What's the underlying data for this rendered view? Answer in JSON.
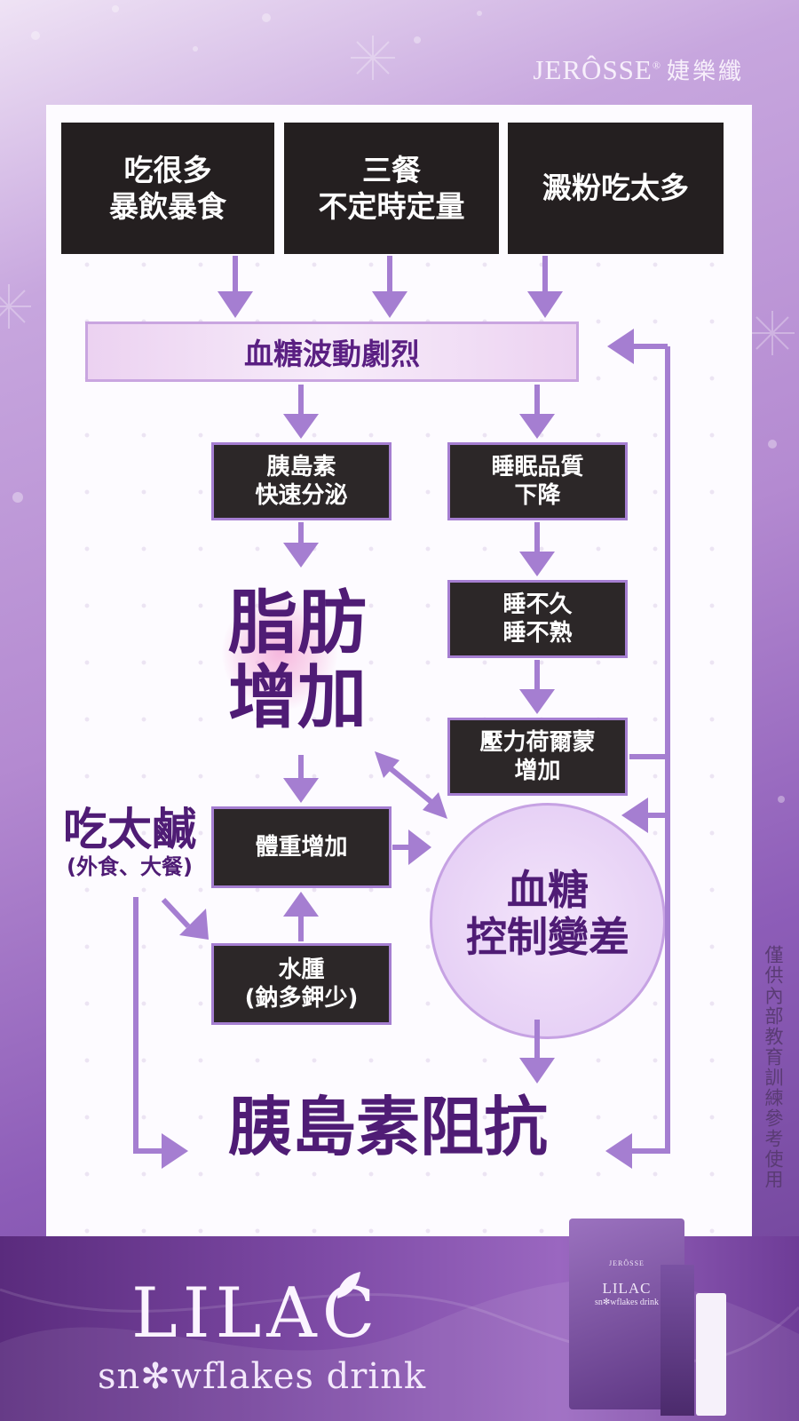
{
  "brand": {
    "name": "JERÔSSE",
    "reg": "®",
    "chinese": "婕樂纖"
  },
  "causes": [
    {
      "line1": "吃很多",
      "line2": "暴飲暴食"
    },
    {
      "line1": "三餐",
      "line2": "不定時定量"
    },
    {
      "line1": "澱粉吃太多",
      "line2": ""
    }
  ],
  "blood_sugar_fluctuation": "血糖波動劇烈",
  "insulin_secretion": {
    "line1": "胰島素",
    "line2": "快速分泌"
  },
  "sleep_quality": {
    "line1": "睡眠品質",
    "line2": "下降"
  },
  "sleep_poor": {
    "line1": "睡不久",
    "line2": "睡不熟"
  },
  "stress_hormone": {
    "line1": "壓力荷爾蒙",
    "line2": "增加"
  },
  "fat_increase": {
    "line1": "脂肪",
    "line2": "增加"
  },
  "salty": {
    "title": "吃太鹹",
    "sub": "(外食、大餐)"
  },
  "weight_gain": "體重增加",
  "edema": {
    "line1": "水腫",
    "line2": "(鈉多鉀少)"
  },
  "blood_sugar_control": {
    "line1": "血糖",
    "line2": "控制變差"
  },
  "insulin_resistance": "胰島素阻抗",
  "side_note": "僅供內部教育訓練參考使用",
  "footer": {
    "product": "LILAC",
    "tagline": "sn✻wflakes drink"
  },
  "packaging": {
    "brand": "JERÔSSE",
    "name": "LILAC",
    "tagline": "sn✻wflakes drink"
  },
  "colors": {
    "accent": "#a57ed1",
    "dark_box": "#241f20",
    "text_purple": "#4f1c75"
  }
}
